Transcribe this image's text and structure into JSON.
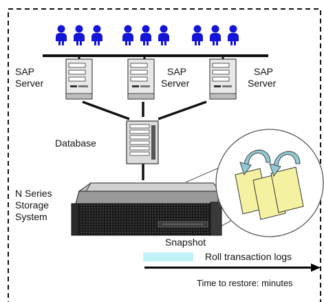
{
  "diagram": {
    "servers": [
      {
        "label": [
          "SAP",
          "Server"
        ]
      },
      {
        "label": [
          "SAP",
          "Server"
        ]
      },
      {
        "label": [
          "SAP",
          "Server"
        ]
      }
    ],
    "database_label": "Database",
    "storage_label": [
      "N Series",
      "Storage",
      "System"
    ],
    "snapshot_label": "Snapshot",
    "roll_label": "Roll transaction logs",
    "time_label": "Time to restore:  minutes",
    "colors": {
      "users": "#1515d8",
      "roll_bar": "#bff3f8",
      "snapshot_pages": "#f4f2a0",
      "snapshot_arrows": "#90c8d4"
    }
  }
}
